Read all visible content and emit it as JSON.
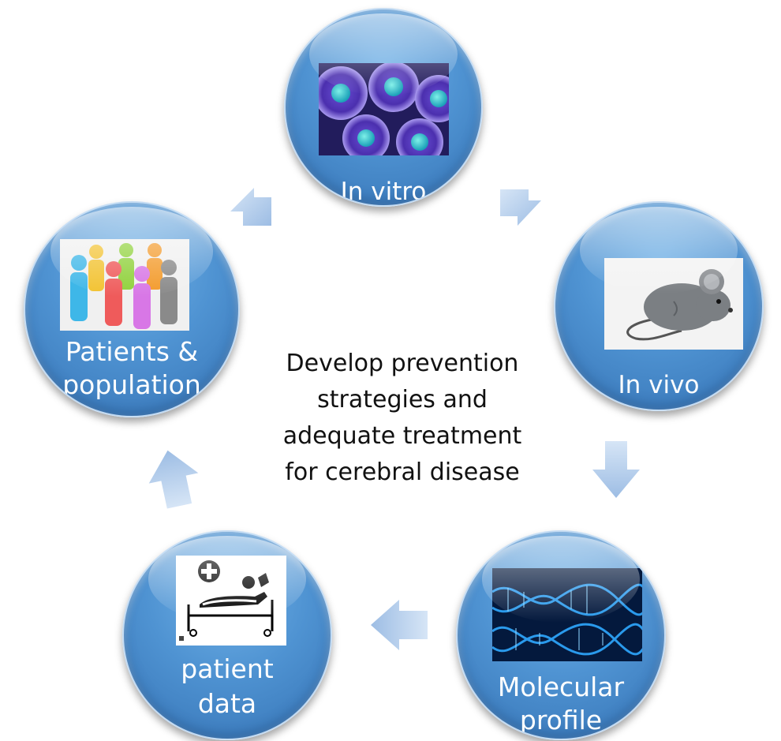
{
  "center_text": "Develop prevention\nstrategies and\nadequate treatment\nfor cerebral disease",
  "nodes": {
    "in_vitro": "In vitro",
    "in_vivo": "In vivo",
    "molecular": "Molecular\nprofile",
    "patient_data": "patient\ndata",
    "patients_population": "Patients &\npopulation"
  },
  "colors": {
    "circle": "#4f93d2",
    "arrow": "#a9c7ea",
    "text": "#111111"
  },
  "icons": [
    "cells-image",
    "mouse-image",
    "dna-image",
    "hospital-bed-pictogram",
    "people-group-image"
  ]
}
